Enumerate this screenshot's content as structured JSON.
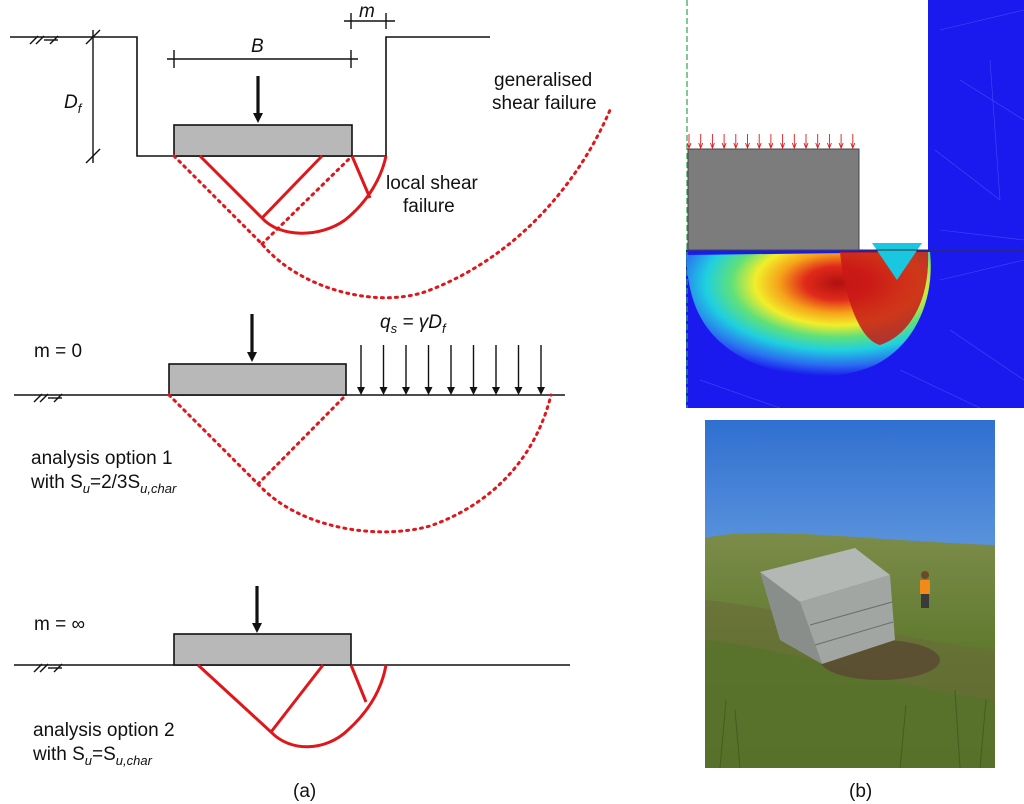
{
  "diagram_a": {
    "label_B": "B",
    "label_m": "m",
    "label_Df_main": "D",
    "label_Df_sub": "f",
    "generalised_line1": "generalised",
    "generalised_line2": "shear failure",
    "local_line1": "local shear",
    "local_line2": "failure",
    "case1_label": "m = 0",
    "surcharge_q": "q",
    "surcharge_q_sub": "s",
    "surcharge_eq": " = γD",
    "surcharge_eq_sub": "f",
    "option1_line1": "analysis option 1",
    "option1_with": "with S",
    "option1_sub1": "u",
    "option1_mid": "=2/3S",
    "option1_sub2": "u,char",
    "case2_label": "m = ∞",
    "option2_line1": "analysis option 2",
    "option2_with": "with S",
    "option2_sub1": "u",
    "option2_mid": "=S",
    "option2_sub2": "u,char",
    "caption": "(a)"
  },
  "panel_b": {
    "caption": "(b)"
  },
  "colors": {
    "failure_red": "#e0161b",
    "footing_grey": "#b8b8b8",
    "fe_blue": "#1a1aee"
  }
}
